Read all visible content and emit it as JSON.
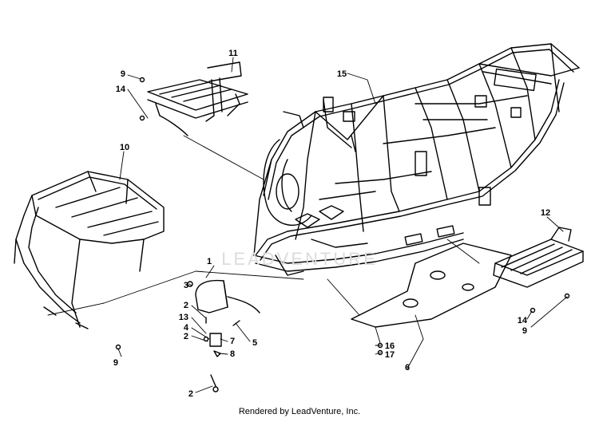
{
  "watermark": "LEADVENTURE",
  "footer": "Rendered by LeadVenture, Inc.",
  "callouts": [
    "1",
    "2",
    "2",
    "2",
    "3",
    "4",
    "5",
    "6",
    "7",
    "8",
    "9",
    "9",
    "9",
    "10",
    "11",
    "12",
    "13",
    "14",
    "14",
    "15",
    "16",
    "17"
  ],
  "parts": [
    "frame",
    "front-rack",
    "rear-rack",
    "left-footrest",
    "right-footrest",
    "skid-plate",
    "tail-light"
  ]
}
